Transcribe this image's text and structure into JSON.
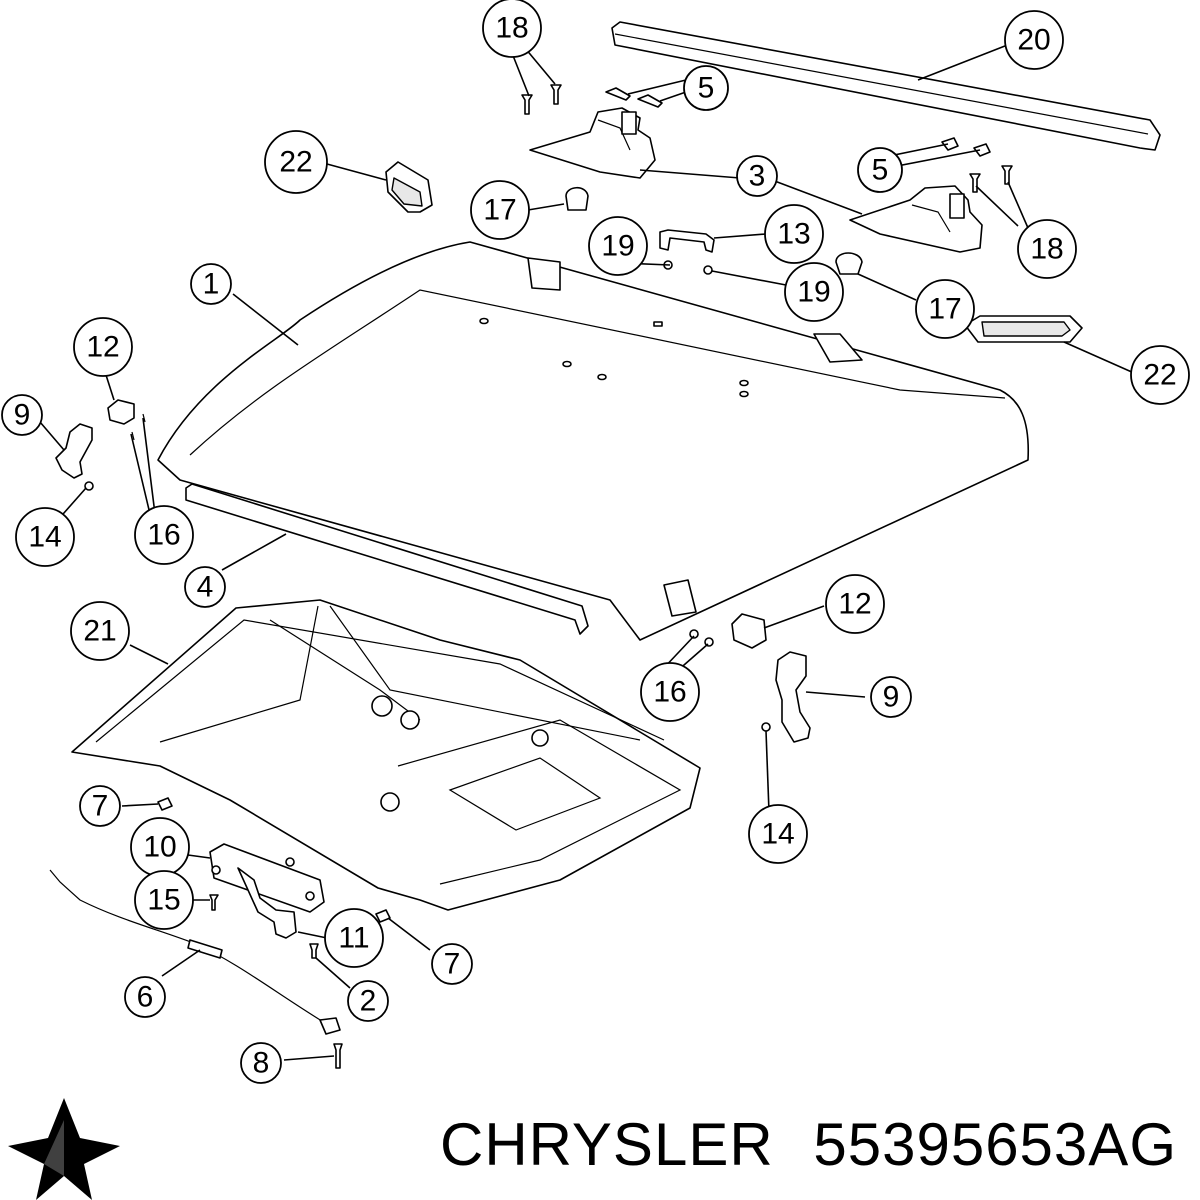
{
  "callout_numbers": [
    "1",
    "2",
    "3",
    "4",
    "5",
    "5",
    "6",
    "7",
    "7",
    "8",
    "9",
    "9",
    "10",
    "11",
    "12",
    "12",
    "13",
    "14",
    "14",
    "15",
    "16",
    "16",
    "17",
    "17",
    "18",
    "18",
    "19",
    "19",
    "20",
    "21",
    "22",
    "22"
  ],
  "callouts": [
    {
      "n": "18"
    },
    {
      "n": "20"
    },
    {
      "n": "5"
    },
    {
      "n": "22"
    },
    {
      "n": "3"
    },
    {
      "n": "5"
    },
    {
      "n": "17"
    },
    {
      "n": "13"
    },
    {
      "n": "19"
    },
    {
      "n": "18"
    },
    {
      "n": "19"
    },
    {
      "n": "1"
    },
    {
      "n": "17"
    },
    {
      "n": "12"
    },
    {
      "n": "22"
    },
    {
      "n": "9"
    },
    {
      "n": "14"
    },
    {
      "n": "16"
    },
    {
      "n": "4"
    },
    {
      "n": "21"
    },
    {
      "n": "12"
    },
    {
      "n": "16"
    },
    {
      "n": "9"
    },
    {
      "n": "7"
    },
    {
      "n": "14"
    },
    {
      "n": "10"
    },
    {
      "n": "15"
    },
    {
      "n": "11"
    },
    {
      "n": "7"
    },
    {
      "n": "6"
    },
    {
      "n": "2"
    },
    {
      "n": "8"
    }
  ],
  "caption": {
    "brand": "CHRYSLER",
    "part_number": "55395653AG"
  },
  "icons": {
    "brand_logo": "chrysler-pentastar-icon"
  },
  "colors": {
    "line": "#000000",
    "background": "#ffffff"
  }
}
